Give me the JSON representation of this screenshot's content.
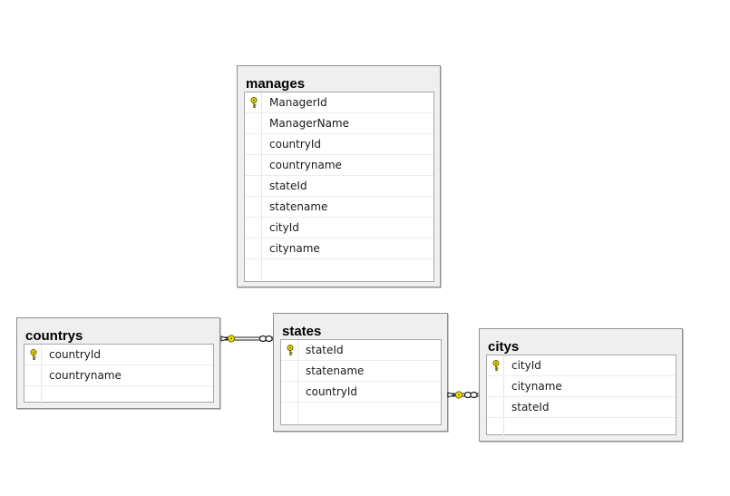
{
  "tables": {
    "manages": {
      "title": "manages",
      "columns": [
        {
          "name": "ManagerId",
          "pk": true
        },
        {
          "name": "ManagerName",
          "pk": false
        },
        {
          "name": "countryId",
          "pk": false
        },
        {
          "name": "countryname",
          "pk": false
        },
        {
          "name": "stateId",
          "pk": false
        },
        {
          "name": "statename",
          "pk": false
        },
        {
          "name": "cityId",
          "pk": false
        },
        {
          "name": "cityname",
          "pk": false
        }
      ]
    },
    "countrys": {
      "title": "countrys",
      "columns": [
        {
          "name": "countryId",
          "pk": true
        },
        {
          "name": "countryname",
          "pk": false
        }
      ]
    },
    "states": {
      "title": "states",
      "columns": [
        {
          "name": "stateId",
          "pk": true
        },
        {
          "name": "statename",
          "pk": false
        },
        {
          "name": "countryId",
          "pk": false
        }
      ]
    },
    "citys": {
      "title": "citys",
      "columns": [
        {
          "name": "cityId",
          "pk": true
        },
        {
          "name": "cityname",
          "pk": false
        },
        {
          "name": "stateId",
          "pk": false
        }
      ]
    }
  },
  "relationships": [
    {
      "from": "states",
      "to": "countrys",
      "one_end_icon": "key-icon",
      "many_end_icon": "infinity-icon"
    },
    {
      "from": "citys",
      "to": "states",
      "one_end_icon": "key-icon",
      "many_end_icon": "infinity-icon"
    }
  ],
  "colors": {
    "key_fill": "#f2e200",
    "key_stroke": "#6b6300",
    "line": "#1a1a1a",
    "box_bg": "#efefef",
    "box_border": "#8e8e8e"
  }
}
